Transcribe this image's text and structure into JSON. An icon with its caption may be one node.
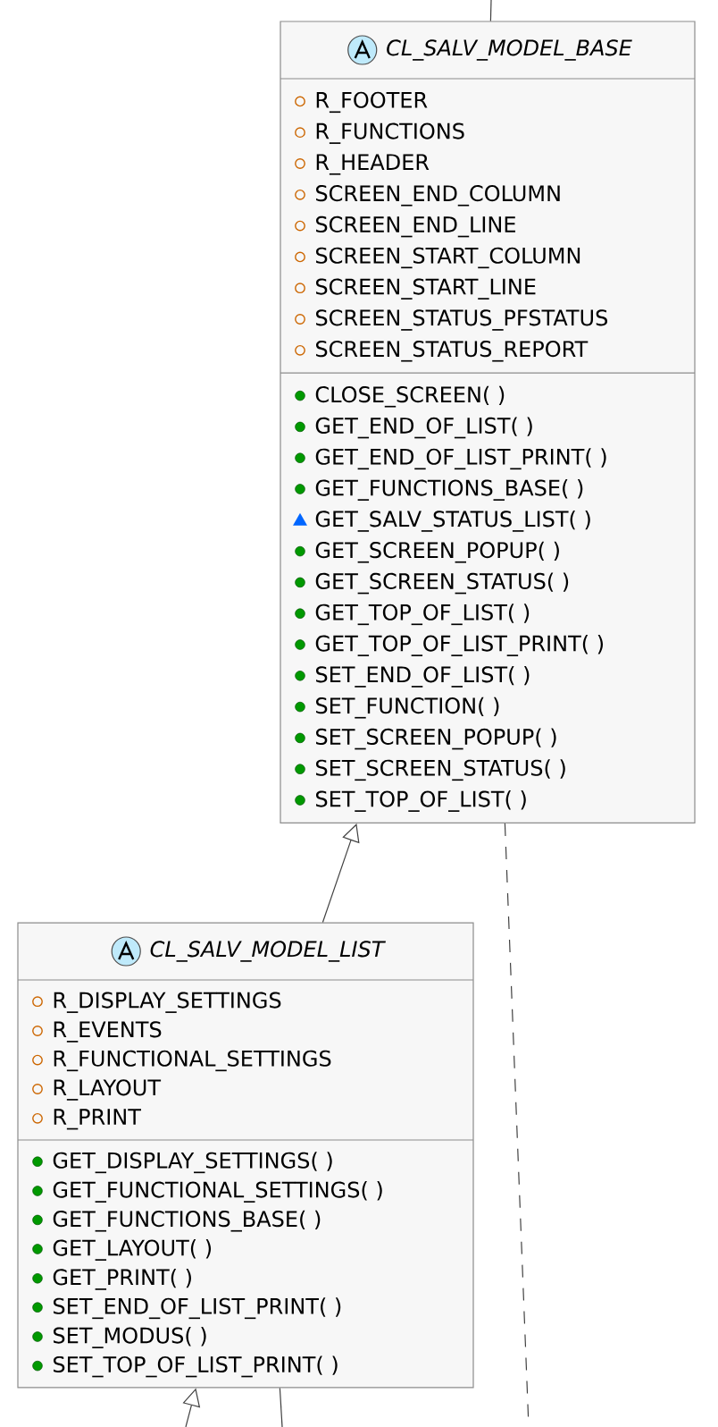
{
  "diagram": {
    "nodes": [
      {
        "text": [
          "CL_SALV_MODEL_BASE",
          "R_FOOTER",
          "R_FUNCTIONS",
          "R_HEADER",
          "SCREEN_END_COLUMN",
          "SCREEN_END_LINE",
          "SCREEN_START_COLUMN",
          "SCREEN_START_LINE",
          "SCREEN_STATUS_PFSTATUS",
          "SCREEN_STATUS_REPORT",
          "CLOSE_SCREEN( )",
          "GET_END_OF_LIST( )",
          "GET_END_OF_LIST_PRINT( )",
          "GET_FUNCTIONS_BASE( )",
          "GET_SALV_STATUS_LIST( )",
          "GET_SCREEN_POPUP( )",
          "GET_SCREEN_STATUS( )",
          "GET_TOP_OF_LIST( )",
          "GET_TOP_OF_LIST_PRINT( )",
          "SET_END_OF_LIST( )",
          "SET_FUNCTION( )",
          "SET_SCREEN_POPUP( )",
          "SET_SCREEN_STATUS( )",
          "SET_TOP_OF_LIST( )"
        ]
      },
      {
        "text": [
          "CL_SALV_MODEL_LIST",
          "R_DISPLAY_SETTINGS",
          "R_EVENTS",
          "R_FUNCTIONAL_SETTINGS",
          "R_LAYOUT",
          "R_PRINT",
          "GET_DISPLAY_SETTINGS( )",
          "GET_FUNCTIONAL_SETTINGS( )",
          "GET_FUNCTIONS_BASE( )",
          "GET_LAYOUT( )",
          "GET_PRINT( )",
          "SET_END_OF_LIST_PRINT( )",
          "SET_MODUS( )",
          "SET_TOP_OF_LIST_PRINT( )"
        ]
      }
    ],
    "edges": [
      {
        "from": 0,
        "to": null,
        "arrow": "none"
      },
      {
        "from": 1,
        "to": 0,
        "arrow": "to"
      },
      {
        "from": 0,
        "to": null,
        "arrow": "none",
        "style": "dashed"
      },
      {
        "from": null,
        "to": 1,
        "arrow": "to"
      },
      {
        "from": 1,
        "to": null,
        "arrow": "none"
      }
    ]
  }
}
